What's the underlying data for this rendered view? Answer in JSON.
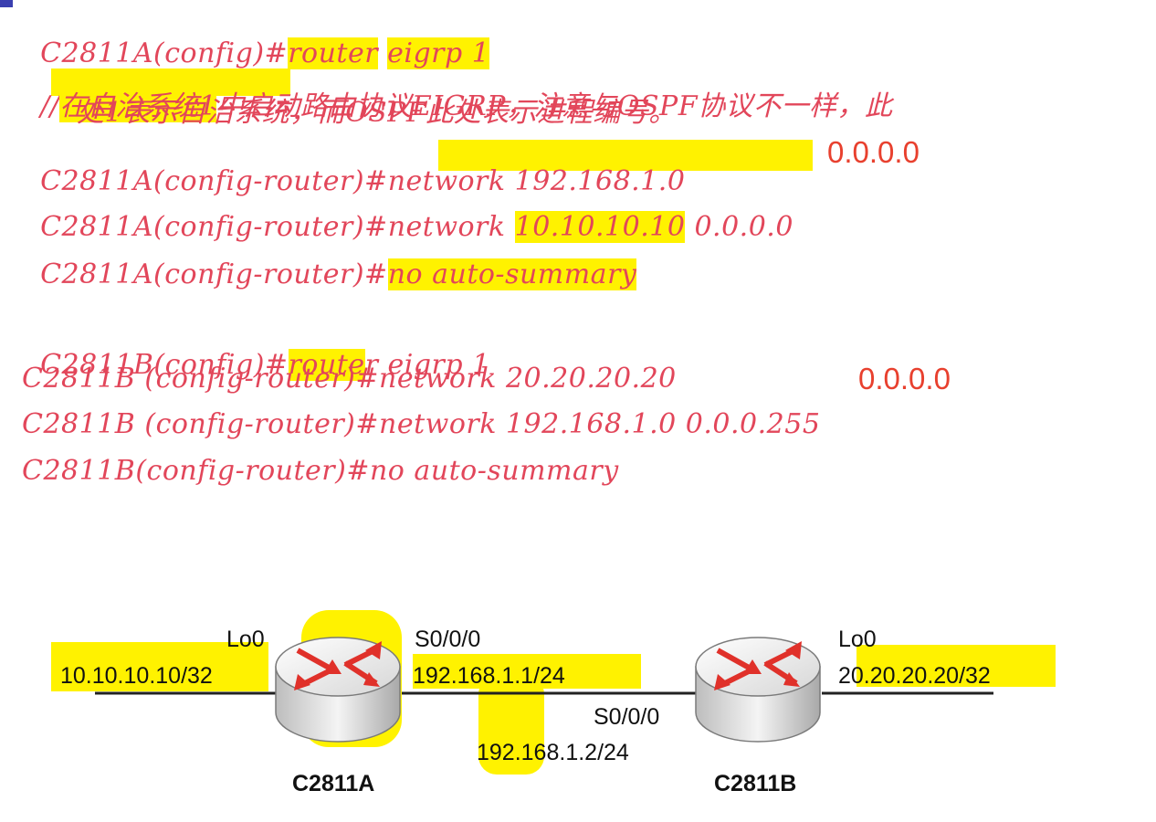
{
  "lines": {
    "a1": {
      "prefix": "C2811A(config)#",
      "hl": "router",
      "mid": " ",
      "hl2": "eigrp 1"
    },
    "c1": {
      "slash": "//",
      "hl": "在自治系统1",
      "rest": "中启动路由协议EIGRP，注意与OSPF协议不一样，此"
    },
    "c2": "处1表示自治系统，而OSPF此处表示进程编号。",
    "a2": {
      "prefix": "C2811A(config-router)#",
      "cmd": "network 192.168.1.0"
    },
    "a3": {
      "prefix": "C2811A(config-router)#",
      "cmd": "network ",
      "hl": "10.10.10.10",
      "tail": " 0.0.0.0"
    },
    "a4": {
      "prefix": "C2811A(config-router)#",
      "hl": "no auto-summary"
    },
    "b1": {
      "prefix": "C2811B(config)#",
      "hl": "route",
      "tail": "r eigrp 1"
    },
    "b2": "C2811B (config-router)#network 20.20.20.20",
    "b3": "C2811B (config-router)#network 192.168.1.0 0.0.0.255",
    "b4": "C2811B(config-router)#no auto-summary"
  },
  "annotations": {
    "wildcard_a": "0.0.0.0",
    "wildcard_b": "0.0.0.0"
  },
  "topology": {
    "router_a": {
      "name": "C2811A",
      "lo_label": "Lo0",
      "lo_ip": "10.10.10.10/32",
      "serial": "S0/0/0",
      "serial_ip": "192.168.1.1/24"
    },
    "router_b": {
      "name": "C2811B",
      "lo_label": "Lo0",
      "lo_ip": "20.20.20.20/32",
      "serial": "S0/0/0",
      "serial_ip": "192.168.1.2/24"
    }
  },
  "colors": {
    "command_text": "#e2465a",
    "highlight": "#fff200",
    "annotation": "#e8402e",
    "router_arrow": "#e0312a"
  }
}
